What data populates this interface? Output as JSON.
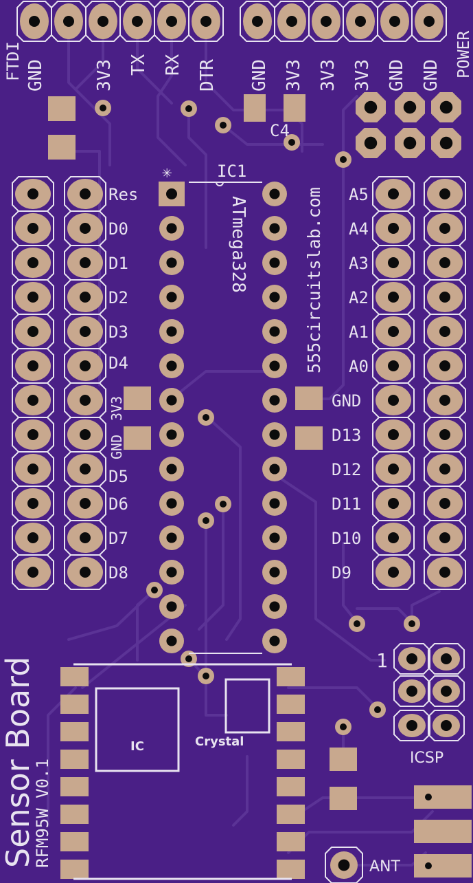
{
  "colors": {
    "board": "#4a1f86",
    "trace": "#5b3396",
    "copper": "#c8a88e",
    "drill": "#0c0c0c",
    "silkscreen": "#e8e3f0"
  },
  "header_top_left": {
    "name": "FTDI",
    "pins": [
      "GND",
      "",
      "3V3",
      "TX",
      "RX",
      "DTR"
    ]
  },
  "header_top_right": {
    "name": "POWER",
    "pins": [
      "GND",
      "3V3",
      "3V3",
      "3V3",
      "GND",
      "GND"
    ]
  },
  "capacitor_label": "C4",
  "ic1": {
    "designator": "IC1",
    "part": "ATmega328",
    "pin1_marker": "✳"
  },
  "website": "555circuitslab.com",
  "left_pin_labels": [
    "Res",
    "D0",
    "D1",
    "D2",
    "D3",
    "D4",
    "3V3",
    "GND",
    "D5",
    "D6",
    "D7",
    "D8"
  ],
  "right_pin_labels": [
    "A5",
    "A4",
    "A3",
    "A2",
    "A1",
    "A0",
    "GND",
    "D13",
    "D12",
    "D11",
    "D10",
    "D9"
  ],
  "module": {
    "ic_label": "IC",
    "crystal_label": "Crystal"
  },
  "board_title": "Sensor Board",
  "board_version": "RFM95W V0.1",
  "icsp": {
    "name": "ICSP",
    "pin1_label": "1"
  },
  "antenna_label": "ANT"
}
